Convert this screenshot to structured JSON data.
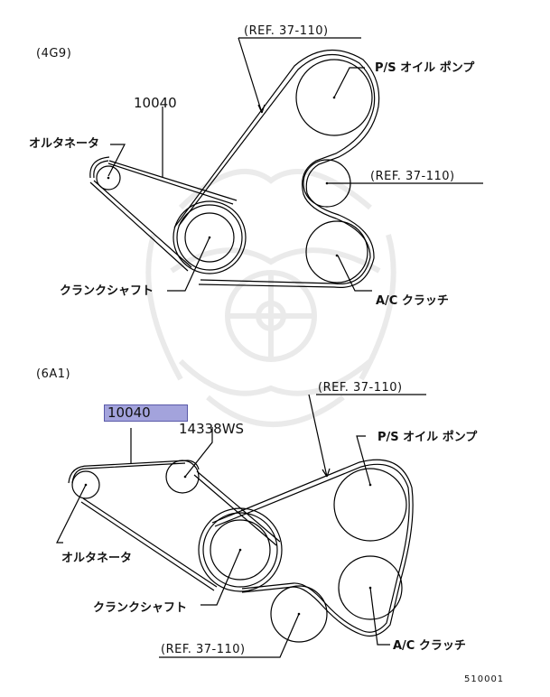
{
  "diagram": {
    "type": "belt-routing-parts-diagram",
    "figure_id": "510001",
    "watermark": "samurai-helmet-crest",
    "highlight_color": "#a3a3dc",
    "sections": [
      {
        "id": "4g9",
        "engine_label": "(4G9)",
        "part_numbers": [
          {
            "id": "belt-10040",
            "label": "10040",
            "highlighted": false
          }
        ],
        "references": [
          {
            "id": "ref-ps-belt",
            "label": "(REF. 37-110)"
          },
          {
            "id": "ref-idler",
            "label": "(REF. 37-110)"
          }
        ],
        "components": [
          {
            "id": "alternator",
            "label": "オルタネータ"
          },
          {
            "id": "ps-oil-pump",
            "label": "P/S  オイル  ポンプ"
          },
          {
            "id": "crankshaft",
            "label": "クランクシャフト"
          },
          {
            "id": "ac-clutch",
            "label": "A/C  クラッチ"
          }
        ]
      },
      {
        "id": "6a1",
        "engine_label": "(6A1)",
        "part_numbers": [
          {
            "id": "belt-10040",
            "label": "10040",
            "highlighted": true
          },
          {
            "id": "tensioner-14338ws",
            "label": "14338WS",
            "highlighted": false
          }
        ],
        "references": [
          {
            "id": "ref-ps-belt",
            "label": "(REF. 37-110)"
          },
          {
            "id": "ref-idler",
            "label": "(REF. 37-110)"
          }
        ],
        "components": [
          {
            "id": "alternator",
            "label": "オルタネータ"
          },
          {
            "id": "ps-oil-pump",
            "label": "P/S  オイル  ポンプ"
          },
          {
            "id": "crankshaft",
            "label": "クランクシャフト"
          },
          {
            "id": "ac-clutch",
            "label": "A/C  クラッチ"
          }
        ]
      }
    ]
  }
}
